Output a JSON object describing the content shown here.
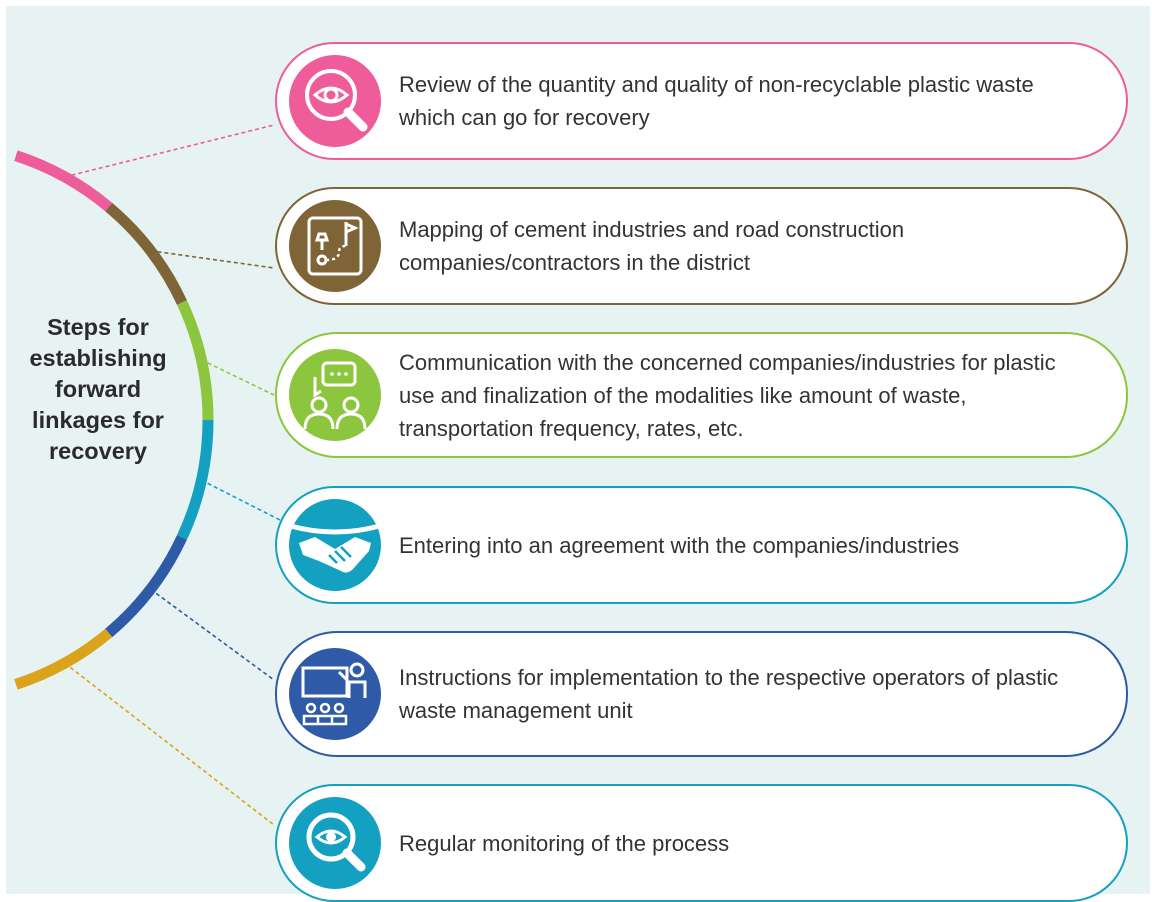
{
  "title": "Steps for establishing forward linkages for recovery",
  "steps": [
    {
      "text": "Review of the quantity and quality of non-recyclable plastic waste which can go for recovery",
      "color": "#ee5c9a",
      "icon": "magnifier-eye-icon"
    },
    {
      "text": "Mapping of cement industries and road construction companies/contractors in the district",
      "color": "#7f6437",
      "icon": "map-pin-flag-icon"
    },
    {
      "text": "Communication with the concerned companies/industries for plastic use and finalization of the modalities like amount of waste, transportation frequency, rates, etc.",
      "color": "#8cc63e",
      "icon": "people-chat-icon"
    },
    {
      "text": "Entering into an agreement with the companies/industries",
      "color": "#14a0c0",
      "icon": "handshake-icon"
    },
    {
      "text": "Instructions for implementation to the respective operators of plastic waste management unit",
      "color": "#2e5aa7",
      "icon": "presentation-board-icon"
    },
    {
      "text": "Regular monitoring of the process",
      "color": "#14a0c0",
      "icon": "magnifier-eye-icon"
    }
  ],
  "arc_colors": [
    "#ee5c9a",
    "#7f6437",
    "#8cc63e",
    "#14a0c0",
    "#2e5aa7",
    "#dba21c"
  ]
}
